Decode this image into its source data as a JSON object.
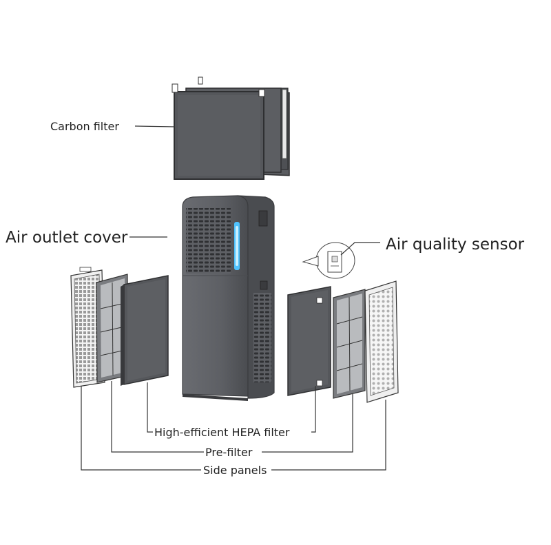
{
  "labels": {
    "carbon_filter": "Carbon filter",
    "air_outlet_cover": "Air outlet cover",
    "air_quality_sensor": "Air quality sensor",
    "hepa_filter": "High-efficient HEPA filter",
    "pre_filter": "Pre-filter",
    "side_panels": "Side panels"
  },
  "colors": {
    "filter_dark": "#55575b",
    "filter_edge": "#3a3b3e",
    "body_main": "#5e6065",
    "body_dark": "#46484c",
    "led_blue": "#4fc3ff",
    "panel_light": "#f2f2f2",
    "line": "#333333"
  }
}
